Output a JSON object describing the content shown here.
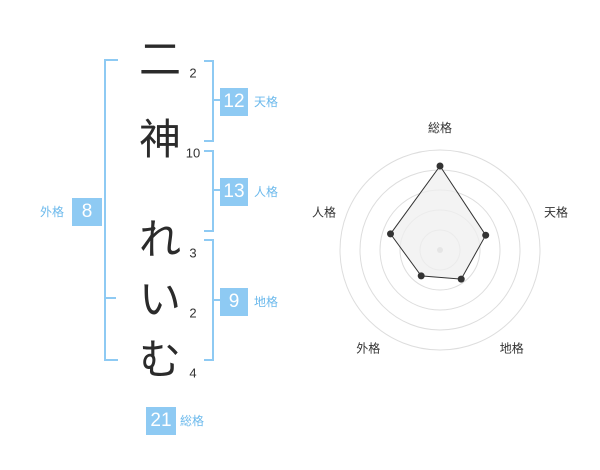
{
  "name": {
    "characters": [
      {
        "char": "二",
        "strokes": "2"
      },
      {
        "char": "神",
        "strokes": "10"
      },
      {
        "char": "れ",
        "strokes": "3"
      },
      {
        "char": "い",
        "strokes": "2"
      },
      {
        "char": "む",
        "strokes": "4"
      }
    ]
  },
  "fortunes": {
    "tenkaku": {
      "label": "天格",
      "value": "12"
    },
    "jinkaku": {
      "label": "人格",
      "value": "13"
    },
    "chikaku": {
      "label": "地格",
      "value": "9"
    },
    "gaikaku": {
      "label": "外格",
      "value": "8"
    },
    "soukaku": {
      "label": "総格",
      "value": "21"
    }
  },
  "chart_data": {
    "type": "radar",
    "axes": [
      "総格",
      "天格",
      "地格",
      "外格",
      "人格"
    ],
    "values": [
      21,
      12,
      9,
      8,
      13
    ],
    "rings": 5,
    "grid": true,
    "colors": {
      "fill": "#efefef",
      "line": "#333333",
      "grid": "#dddddd",
      "point": "#333333",
      "center": "#c8c8c8"
    }
  },
  "colors": {
    "accent": "#8ecaf3",
    "label": "#6bb9ec",
    "text": "#2b2b2b"
  }
}
